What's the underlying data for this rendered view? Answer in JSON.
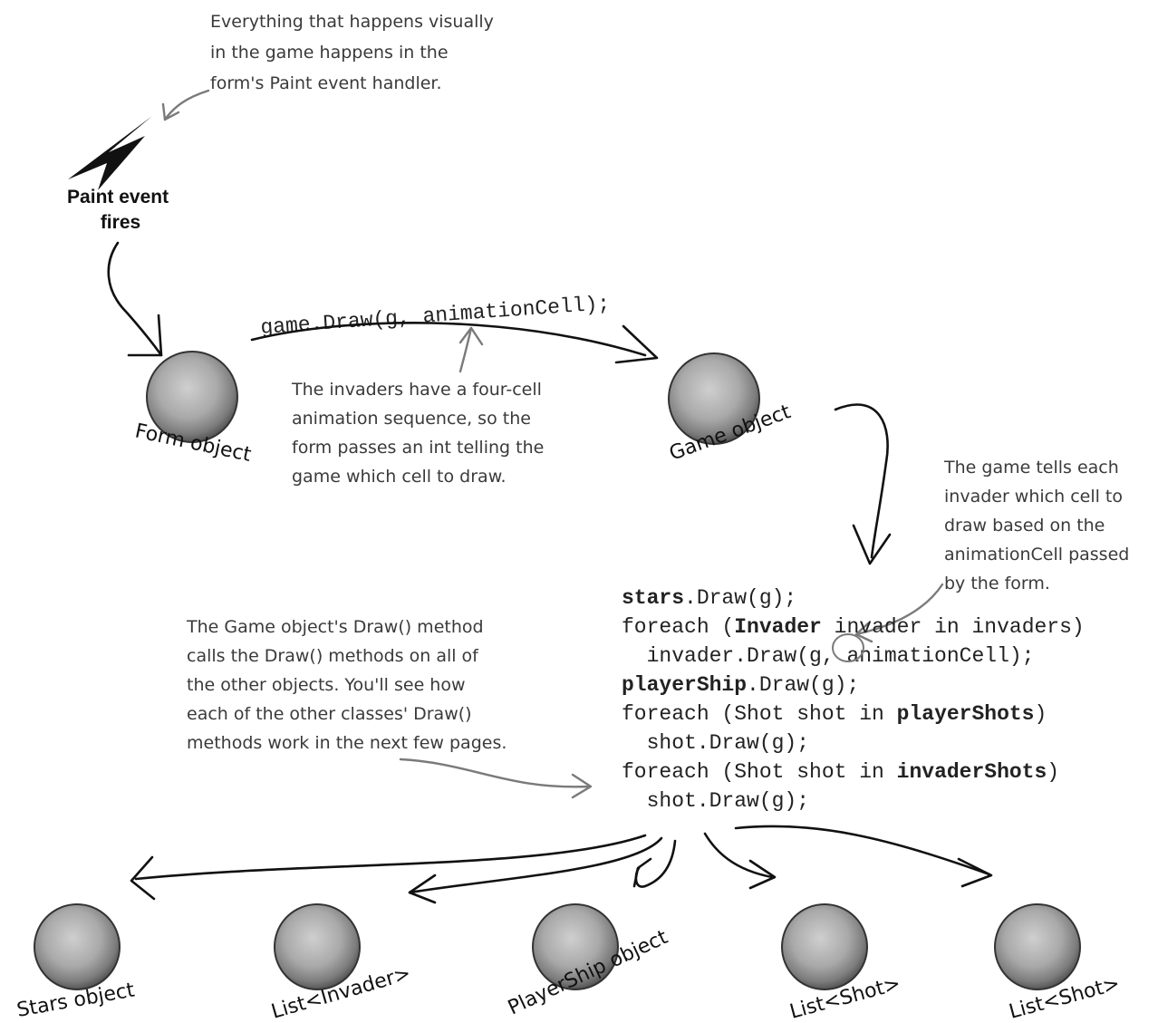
{
  "annotations": {
    "paint_note": [
      "Everything that happens visually",
      "in the game happens in the",
      "form's Paint event handler."
    ],
    "paint_event": [
      "Paint event",
      "fires"
    ],
    "call_label": "game.Draw(g, animationCell);",
    "cell_note": [
      "The invaders have a four-cell",
      "animation sequence, so the",
      "form passes an int telling the",
      "game which cell to draw."
    ],
    "game_note": [
      "The game tells each",
      "invader which cell to",
      "draw based on the",
      "animationCell passed",
      "by the form."
    ],
    "draw_note": [
      "The Game object's Draw() method",
      "calls the Draw() methods on all of",
      "the other objects. You'll see how",
      "each of the other classes' Draw()",
      "methods work in the next few pages."
    ]
  },
  "code": [
    {
      "parts": [
        {
          "t": "stars",
          "b": true
        },
        {
          "t": ".Draw(g);",
          "b": false
        }
      ]
    },
    {
      "parts": [
        {
          "t": "foreach (",
          "b": false
        },
        {
          "t": "Invader",
          "b": true
        },
        {
          "t": " invader in invaders)",
          "b": false
        }
      ]
    },
    {
      "parts": [
        {
          "t": "  invader.Draw(g, animationCell);",
          "b": false
        }
      ]
    },
    {
      "parts": [
        {
          "t": "playerShip",
          "b": true
        },
        {
          "t": ".Draw(g);",
          "b": false
        }
      ]
    },
    {
      "parts": [
        {
          "t": "foreach (Shot shot in ",
          "b": false
        },
        {
          "t": "playerShots",
          "b": true
        },
        {
          "t": ")",
          "b": false
        }
      ]
    },
    {
      "parts": [
        {
          "t": "  shot.Draw(g);",
          "b": false
        }
      ]
    },
    {
      "parts": [
        {
          "t": "foreach (Shot shot in ",
          "b": false
        },
        {
          "t": "invaderShots",
          "b": true
        },
        {
          "t": ")",
          "b": false
        }
      ]
    },
    {
      "parts": [
        {
          "t": "  shot.Draw(g);",
          "b": false
        }
      ]
    }
  ],
  "objects": {
    "form": "Form object",
    "game": "Game object",
    "stars": "Stars object",
    "invaders": "List<Invader>",
    "player": "PlayerShip object",
    "player_shots": "List<Shot>",
    "invader_shots": "List<Shot>"
  },
  "colors": {
    "ink": "#111111",
    "note_ink": "#3a3a3a",
    "gray_arrow": "#7a7a7a",
    "sphere_light": "#d4d4d4",
    "sphere_dark": "#5a5a5a"
  }
}
